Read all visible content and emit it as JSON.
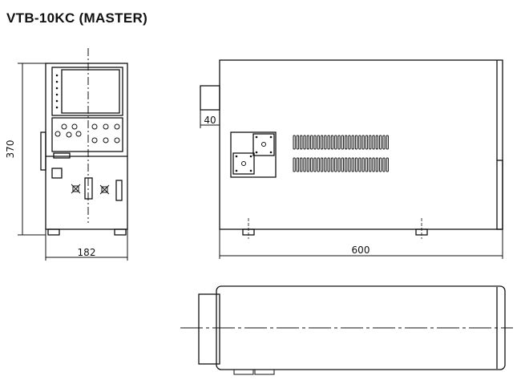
{
  "title": "VTB-10KC (MASTER)",
  "dimensions": {
    "height": "370",
    "width": "182",
    "depth": "600",
    "rear_protrusion": "40"
  }
}
